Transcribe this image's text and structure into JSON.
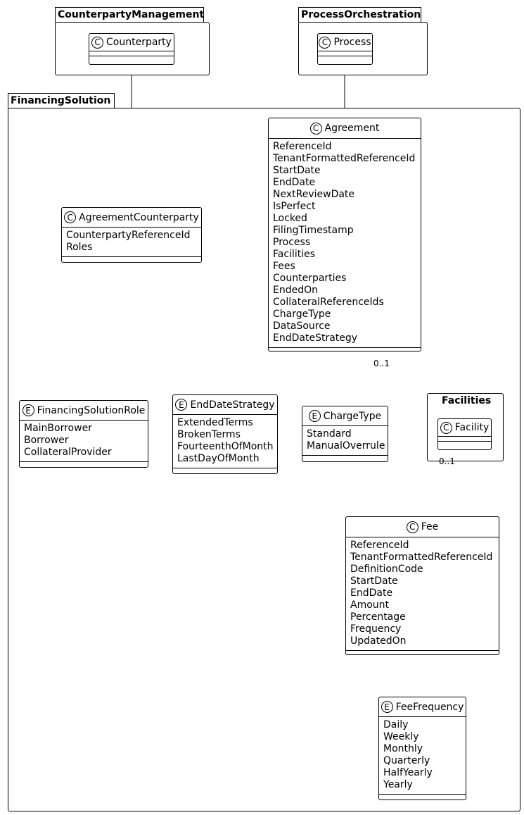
{
  "packages": {
    "counterparty_management": "CounterpartyManagement",
    "process_orchestration": "ProcessOrchestration",
    "financing_solution": "FinancingSolution",
    "facilities": "Facilities"
  },
  "stereotype": {
    "class_badge": "C",
    "enum_badge": "E"
  },
  "classes": {
    "counterparty": {
      "name": "Counterparty"
    },
    "process": {
      "name": "Process"
    },
    "agreement": {
      "name": "Agreement",
      "attributes": [
        "ReferenceId",
        "TenantFormattedReferenceId",
        "StartDate",
        "EndDate",
        "NextReviewDate",
        "IsPerfect",
        "Locked",
        "FilingTimestamp",
        "Process",
        "Facilities",
        "Fees",
        "Counterparties",
        "EndedOn",
        "CollateralReferenceIds",
        "ChargeType",
        "DataSource",
        "EndDateStrategy"
      ]
    },
    "agreement_counterparty": {
      "name": "AgreementCounterparty",
      "attributes": [
        "CounterpartyReferenceId",
        "Roles"
      ]
    },
    "facility": {
      "name": "Facility"
    },
    "fee": {
      "name": "Fee",
      "attributes": [
        "ReferenceId",
        "TenantFormattedReferenceId",
        "DefinitionCode",
        "StartDate",
        "EndDate",
        "Amount",
        "Percentage",
        "Frequency",
        "UpdatedOn"
      ]
    }
  },
  "enums": {
    "financing_solution_role": {
      "name": "FinancingSolutionRole",
      "values": [
        "MainBorrower",
        "Borrower",
        "CollateralProvider"
      ]
    },
    "end_date_strategy": {
      "name": "EndDateStrategy",
      "values": [
        "ExtendedTerms",
        "BrokenTerms",
        "FourteenthOfMonth",
        "LastDayOfMonth"
      ]
    },
    "charge_type": {
      "name": "ChargeType",
      "values": [
        "Standard",
        "ManualOverrule"
      ]
    },
    "fee_frequency": {
      "name": "FeeFrequency",
      "values": [
        "Daily",
        "Weekly",
        "Monthly",
        "Quarterly",
        "HalfYearly",
        "Yearly"
      ]
    }
  },
  "multiplicities": {
    "agreement_fee": "0..1",
    "facility_fee": "0..1"
  }
}
